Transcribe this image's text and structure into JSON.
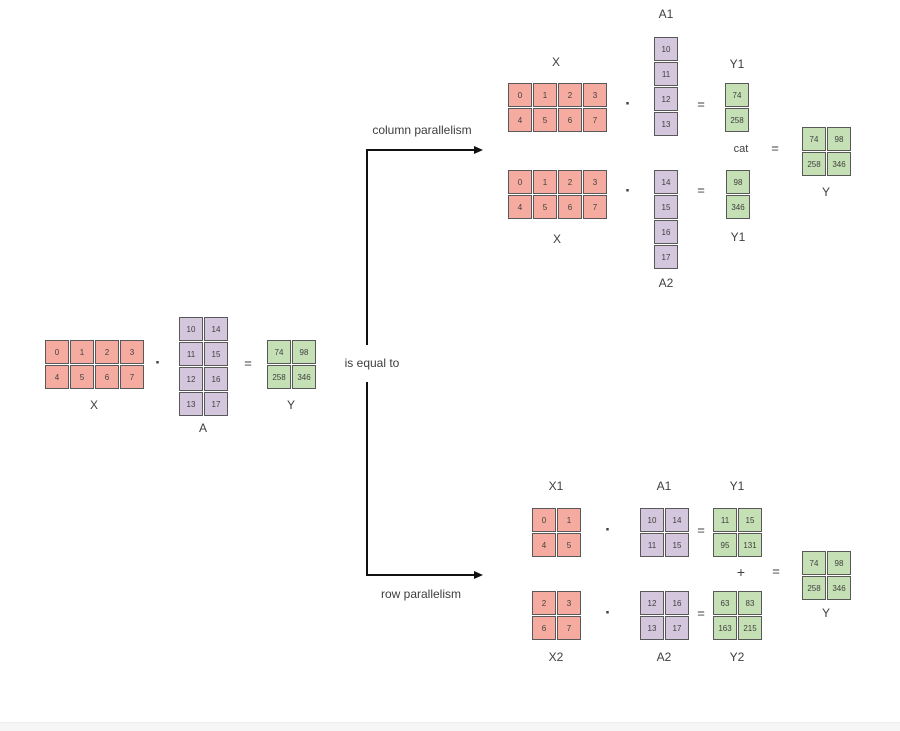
{
  "colors": {
    "pink": "#f5ab9f",
    "purple": "#d4c6dc",
    "green": "#c5e0b4",
    "border": "#595959",
    "text": "#3f3f3f",
    "line": "#111111"
  },
  "symbols": {
    "dot": "·",
    "equals": "=",
    "plus": "+"
  },
  "connector_labels": {
    "is_equal_to": "is equal to",
    "column": "column parallelism",
    "row": "row parallelism"
  },
  "base_equation": {
    "x": {
      "label": "X",
      "rows": [
        [
          "0",
          "1",
          "2",
          "3"
        ],
        [
          "4",
          "5",
          "6",
          "7"
        ]
      ]
    },
    "a": {
      "label": "A",
      "rows": [
        [
          "10",
          "14"
        ],
        [
          "11",
          "15"
        ],
        [
          "12",
          "16"
        ],
        [
          "13",
          "17"
        ]
      ]
    },
    "y": {
      "label": "Y",
      "rows": [
        [
          "74",
          "98"
        ],
        [
          "258",
          "346"
        ]
      ]
    }
  },
  "column_parallelism": {
    "a1_top_label": "A1",
    "row1": {
      "x": {
        "label": "X",
        "rows": [
          [
            "0",
            "1",
            "2",
            "3"
          ],
          [
            "4",
            "5",
            "6",
            "7"
          ]
        ]
      },
      "a1": {
        "rows": [
          [
            "10"
          ],
          [
            "11"
          ],
          [
            "12"
          ],
          [
            "13"
          ]
        ]
      },
      "y1": {
        "label": "Y1",
        "rows": [
          [
            "74"
          ],
          [
            "258"
          ]
        ]
      }
    },
    "row2": {
      "x": {
        "label": "X",
        "rows": [
          [
            "0",
            "1",
            "2",
            "3"
          ],
          [
            "4",
            "5",
            "6",
            "7"
          ]
        ]
      },
      "a2": {
        "label": "A2",
        "rows": [
          [
            "14"
          ],
          [
            "15"
          ],
          [
            "16"
          ],
          [
            "17"
          ]
        ]
      },
      "y1": {
        "label": "Y1",
        "rows": [
          [
            "98"
          ],
          [
            "346"
          ]
        ]
      }
    },
    "cat_label": "cat",
    "y": {
      "label": "Y",
      "rows": [
        [
          "74",
          "98"
        ],
        [
          "258",
          "346"
        ]
      ]
    }
  },
  "row_parallelism": {
    "row1": {
      "x1": {
        "label": "X1",
        "rows": [
          [
            "0",
            "1"
          ],
          [
            "4",
            "5"
          ]
        ]
      },
      "a1": {
        "label": "A1",
        "rows": [
          [
            "10",
            "14"
          ],
          [
            "11",
            "15"
          ]
        ]
      },
      "y1": {
        "label": "Y1",
        "rows": [
          [
            "11",
            "15"
          ],
          [
            "95",
            "131"
          ]
        ]
      }
    },
    "row2": {
      "x2": {
        "label": "X2",
        "rows": [
          [
            "2",
            "3"
          ],
          [
            "6",
            "7"
          ]
        ]
      },
      "a2": {
        "label": "A2",
        "rows": [
          [
            "12",
            "16"
          ],
          [
            "13",
            "17"
          ]
        ]
      },
      "y2": {
        "label": "Y2",
        "rows": [
          [
            "63",
            "83"
          ],
          [
            "163",
            "215"
          ]
        ]
      }
    },
    "y": {
      "label": "Y",
      "rows": [
        [
          "74",
          "98"
        ],
        [
          "258",
          "346"
        ]
      ]
    }
  }
}
